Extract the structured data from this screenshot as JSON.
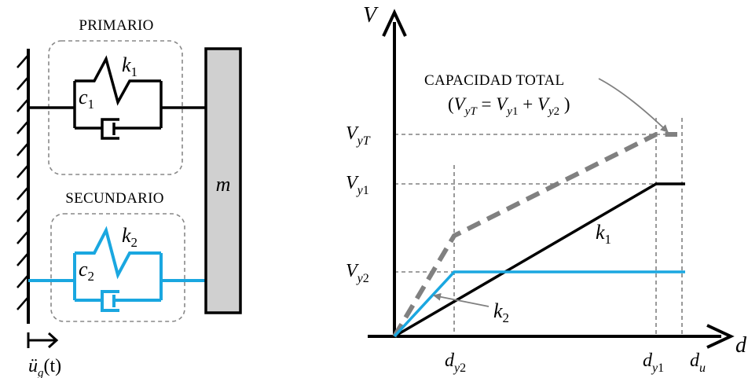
{
  "colors": {
    "primary": "#000000",
    "secondary": "#1aa7e0",
    "total": "#808080",
    "mass_fill": "#d0d0d0",
    "guide": "#808080"
  },
  "model": {
    "primary_title": "PRIMARIO",
    "secondary_title": "SECUNDARIO",
    "k1_base": "k",
    "k1_sub": "1",
    "c1_base": "c",
    "c1_sub": "1",
    "k2_base": "k",
    "k2_sub": "2",
    "c2_base": "c",
    "c2_sub": "2",
    "mass_label": "m",
    "ground_accel_base": "ü",
    "ground_accel_sub": "g",
    "ground_accel_arg": "(t)"
  },
  "graph": {
    "y_axis_label": "V",
    "x_axis_label": "d",
    "annotation_title": "CAPACIDAD TOTAL",
    "annotation_formula": "(V_yT = V_y1 + V_y2)",
    "curve_label_k1": "k1",
    "curve_label_k2": "k2",
    "y_ticks": [
      "V_yT",
      "V_y1",
      "V_y2"
    ],
    "x_ticks": [
      "d_y2",
      "d_y1",
      "d_u"
    ]
  }
}
